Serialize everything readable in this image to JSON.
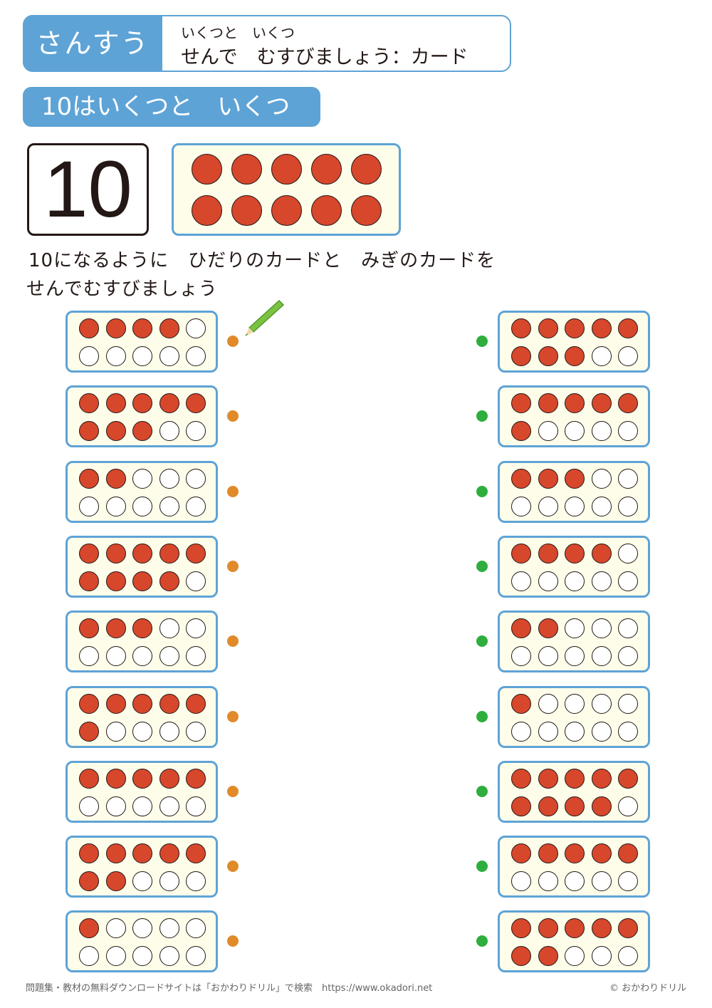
{
  "header": {
    "subject": "さんすう",
    "ruby": "いくつと　いくつ",
    "title": "せんで　むすびましょう：カード"
  },
  "section": "10はいくつと　いくつ",
  "target": {
    "number": "10",
    "count": 10
  },
  "instructions": [
    "10になるように　ひだりのカードと　みぎのカードを",
    "せんでむすびましょう"
  ],
  "left_cards": [
    4,
    8,
    2,
    9,
    3,
    6,
    5,
    7,
    1
  ],
  "right_cards": [
    8,
    6,
    3,
    4,
    2,
    1,
    9,
    5,
    7
  ],
  "colors": {
    "accent": "#5ea3d6",
    "filled": "#d7472c",
    "left_dot": "#e08a2a",
    "right_dot": "#2fae3e",
    "card_bg": "#fdfdea"
  },
  "footer": {
    "text": "問題集・教材の無料ダウンロードサイトは「おかわりドリル」で検索　https://www.okadori.net",
    "copyright": "© おかわりドリル"
  }
}
